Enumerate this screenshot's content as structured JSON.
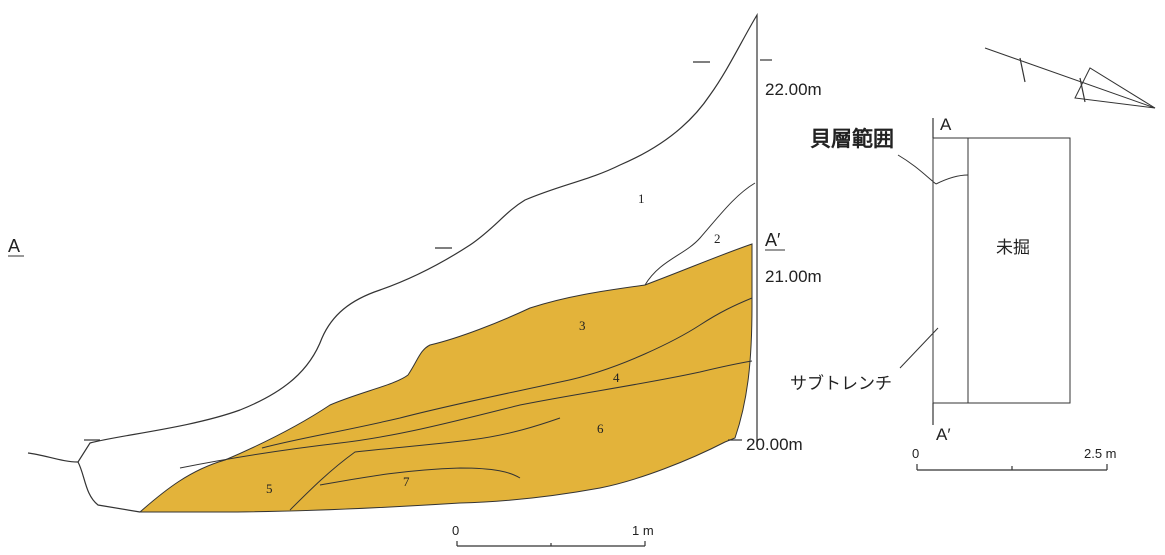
{
  "section": {
    "label_left": "A",
    "label_right": "A′",
    "elevations": [
      "22.00m",
      "21.00m",
      "20.00m"
    ],
    "layers": [
      "1",
      "2",
      "3",
      "4",
      "5",
      "6",
      "7"
    ],
    "shell_layer_color": "#E3B33A",
    "scale": {
      "start": "0",
      "end": "1 m"
    }
  },
  "plan": {
    "label_top": "A",
    "label_bottom": "A′",
    "shell_extent_label": "貝層範囲",
    "unexcavated_label": "未掘",
    "subtrench_label": "サブトレンチ",
    "scale": {
      "start": "0",
      "end": "2.5 m"
    }
  },
  "north_arrow": {
    "icon": "north-arrow-icon"
  }
}
